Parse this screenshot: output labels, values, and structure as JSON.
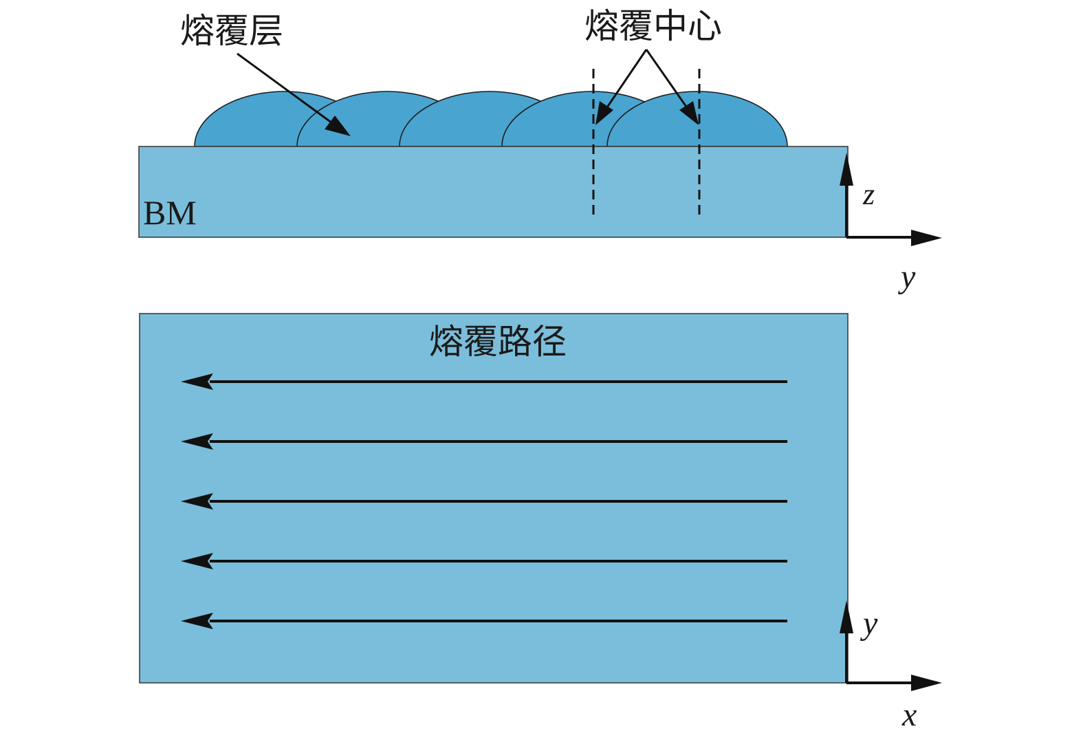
{
  "colors": {
    "substrate": "#7bbedb",
    "bead": "#4aa4d0",
    "stroke": "#111111",
    "background": "#ffffff"
  },
  "top_view": {
    "label_cladding_layer": "熔覆层",
    "label_cladding_center": "熔覆中心",
    "label_base_metal": "BM",
    "axis_vertical": "z",
    "axis_horizontal": "y",
    "bead_count": 5
  },
  "bottom_view": {
    "label_path": "熔覆路径",
    "axis_vertical": "y",
    "axis_horizontal": "x",
    "path_count": 5,
    "path_direction": "left"
  }
}
